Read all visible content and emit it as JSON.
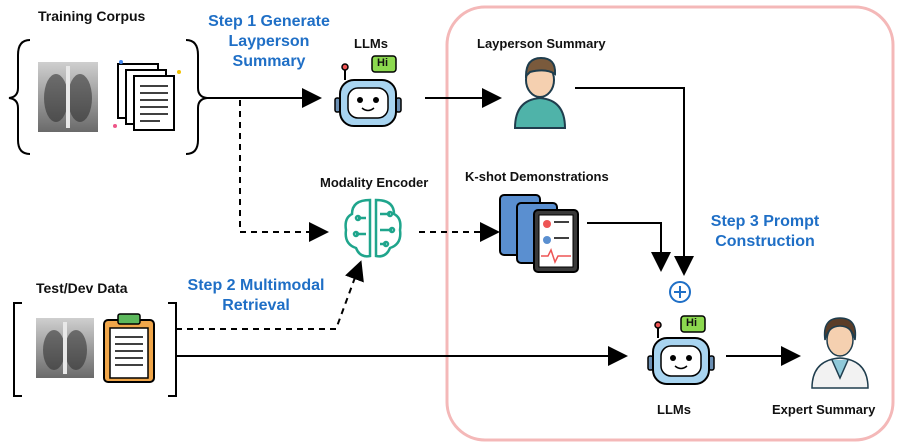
{
  "labels": {
    "training_corpus": "Training Corpus",
    "llms_top": "LLMs",
    "layperson_summary": "Layperson Summary",
    "modality_encoder": "Modality Encoder",
    "kshot": "K-shot Demonstrations",
    "test_dev": "Test/Dev Data",
    "llms_bottom": "LLMs",
    "expert_summary": "Expert Summary"
  },
  "steps": {
    "step1_line1": "Step 1 Generate",
    "step1_line2": "Layperson",
    "step1_line3": "Summary",
    "step2_line1": "Step 2 Multimodal",
    "step2_line2": "Retrieval",
    "step3_line1": "Step 3 Prompt",
    "step3_line2": "Construction"
  },
  "robot_badge": "Hi",
  "colors": {
    "step_text": "#1f6fc6",
    "panel_border": "#f4b8b8",
    "robot_fill": "#a8d4f0",
    "encoder_green": "#1fa58c",
    "plus_blue": "#1f6fc6"
  },
  "icons": [
    "chest-xray-icon",
    "documents-icon",
    "robot-icon",
    "person-icon",
    "brain-circuit-icon",
    "tablet-records-icon",
    "clipboard-icon",
    "plus-circle-icon",
    "doctor-icon"
  ]
}
